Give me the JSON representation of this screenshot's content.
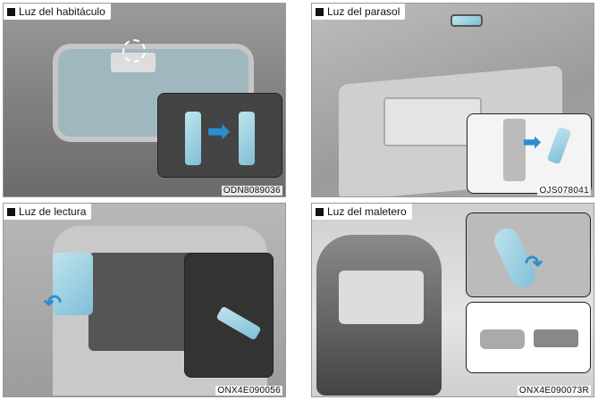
{
  "panels": [
    {
      "title": "Luz del habitáculo",
      "code": "ODN8089036"
    },
    {
      "title": "Luz del parasol",
      "code": "OJS078041"
    },
    {
      "title": "Luz de lectura",
      "code": "ONX4E090056"
    },
    {
      "title": "Luz del maletero",
      "code": "ONX4E090073R"
    }
  ]
}
